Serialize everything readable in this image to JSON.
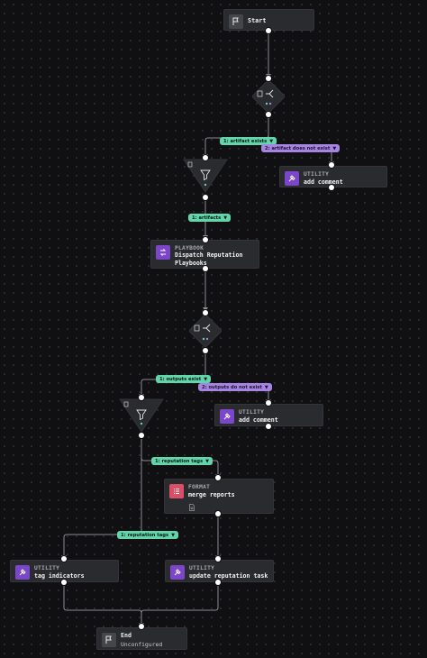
{
  "nodes": {
    "start": {
      "title": "Start",
      "icon": "flag-icon"
    },
    "end": {
      "title": "End",
      "subtitle": "Unconfigured",
      "icon": "flag-icon"
    },
    "add_comment_1": {
      "type": "UTILITY",
      "title": "add comment",
      "icon": "utility-icon"
    },
    "dispatch": {
      "type": "PLAYBOOK",
      "title_line1": "Dispatch Reputation",
      "title_line2": "Playbooks",
      "icon": "playbook-icon"
    },
    "add_comment_2": {
      "type": "UTILITY",
      "title": "add comment",
      "icon": "utility-icon"
    },
    "merge_reports": {
      "type": "FORMAT",
      "title": "merge reports",
      "icon": "format-list-icon"
    },
    "tag_indicators": {
      "type": "UTILITY",
      "title": "tag indicators",
      "icon": "utility-icon"
    },
    "update_task": {
      "type": "UTILITY",
      "title": "update reputation task",
      "icon": "utility-icon"
    }
  },
  "labels": {
    "artifact_exists": "1: artifact exists",
    "artifact_not_exist": "2: artifact does not exist",
    "artifacts": "1: artifacts",
    "outputs_exist": "1: outputs exist",
    "outputs_not_exist": "2: outputs do not exist",
    "reputation_tags_1": "1: reputation tags",
    "reputation_tags_2": "1: reputation tags"
  },
  "colors": {
    "canvas": "#101012",
    "node": "#2a2b2f",
    "link": "#8a8b90",
    "label_green": "#63d5ab",
    "label_purple": "#a685e2",
    "utility": "#7b46c9",
    "playbook": "#7b46c9",
    "format": "#d94f67"
  }
}
